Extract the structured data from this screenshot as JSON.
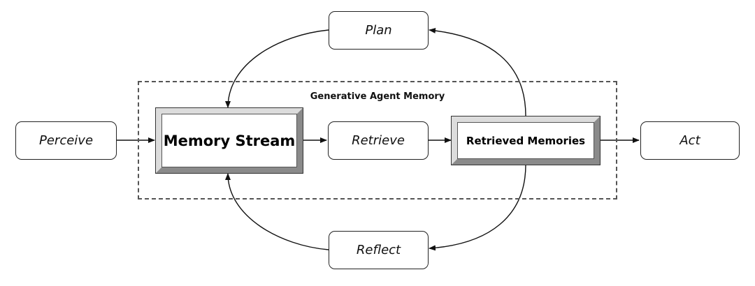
{
  "diagram": {
    "group_label": "Generative Agent Memory",
    "nodes": {
      "perceive": "Perceive",
      "memory_stream": "Memory Stream",
      "retrieve": "Retrieve",
      "retrieved_memories": "Retrieved Memories",
      "act": "Act",
      "plan": "Plan",
      "reflect": "Reflect"
    },
    "edges": [
      {
        "from": "perceive",
        "to": "memory_stream"
      },
      {
        "from": "memory_stream",
        "to": "retrieve"
      },
      {
        "from": "retrieve",
        "to": "retrieved_memories"
      },
      {
        "from": "retrieved_memories",
        "to": "act"
      },
      {
        "from": "retrieved_memories",
        "to": "plan"
      },
      {
        "from": "plan",
        "to": "memory_stream"
      },
      {
        "from": "retrieved_memories",
        "to": "reflect"
      },
      {
        "from": "reflect",
        "to": "memory_stream"
      }
    ],
    "colors": {
      "line": "#111111",
      "border": "#222222",
      "dash": "#555555"
    }
  }
}
